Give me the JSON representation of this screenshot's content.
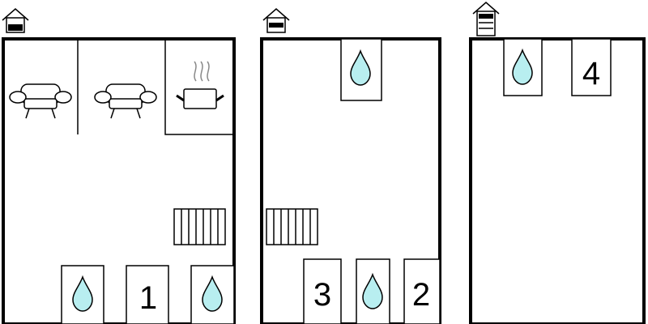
{
  "floors": [
    {
      "level_indicator": "ground-floor",
      "rooms": [
        {
          "kind": "living-room",
          "icon": "sofa-icon"
        },
        {
          "kind": "living-room",
          "icon": "sofa-icon"
        },
        {
          "kind": "kitchen",
          "icon": "cooking-pot-icon"
        },
        {
          "kind": "staircase",
          "icon": "stairs-icon"
        },
        {
          "kind": "bathroom",
          "icon": "water-drop-icon"
        },
        {
          "kind": "bedroom",
          "label": "1"
        },
        {
          "kind": "bathroom",
          "icon": "water-drop-icon"
        }
      ]
    },
    {
      "level_indicator": "first-floor",
      "rooms": [
        {
          "kind": "bathroom",
          "icon": "water-drop-icon"
        },
        {
          "kind": "staircase",
          "icon": "stairs-icon"
        },
        {
          "kind": "bedroom",
          "label": "3"
        },
        {
          "kind": "bathroom",
          "icon": "water-drop-icon"
        },
        {
          "kind": "bedroom",
          "label": "2"
        }
      ]
    },
    {
      "level_indicator": "second-floor",
      "rooms": [
        {
          "kind": "bathroom",
          "icon": "water-drop-icon"
        },
        {
          "kind": "bedroom",
          "label": "4"
        }
      ]
    }
  ],
  "colors": {
    "line": "#000000",
    "background": "#ffffff",
    "water": "#b8eef0"
  }
}
